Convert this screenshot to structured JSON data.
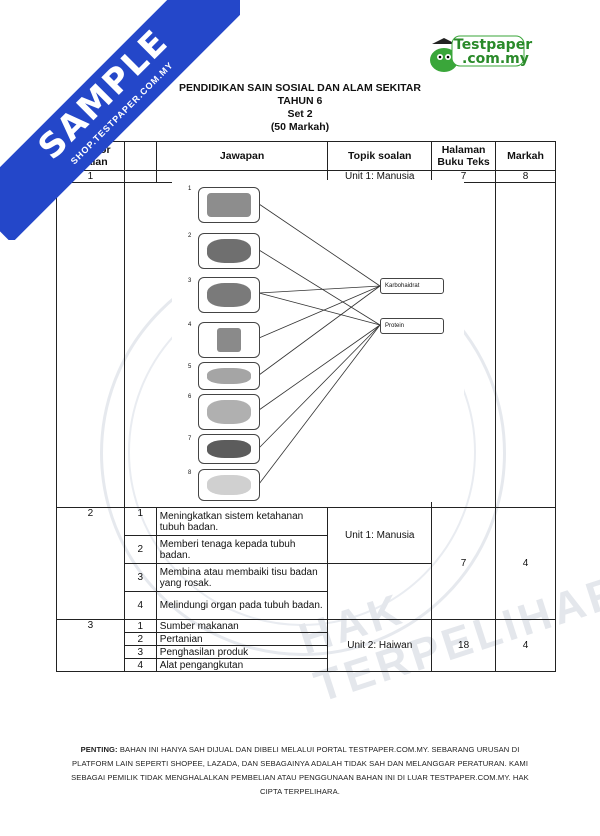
{
  "watermark": {
    "ribbon_big": "SAMPLE",
    "ribbon_small": "SHOP.TESTPAPER.COM.MY",
    "background_text": "HAK TERPELIHARA"
  },
  "logo": {
    "line1": "Testpaper",
    "line2": ".com.my"
  },
  "header": {
    "subject": "PENDIDIKAN SAIN SOSIAL DAN ALAM SEKITAR",
    "year": "TAHUN 6",
    "set": "Set 2",
    "marks": "(50 Markah)"
  },
  "table": {
    "headers": {
      "nombor_soalan": "Nombor Soalan",
      "jawapan": "Jawapan",
      "topik": "Topik soalan",
      "halaman": "Halaman Buku Teks",
      "markah": "Markah"
    },
    "q1": {
      "number": "1",
      "topic": "Unit 1: Manusia",
      "page": "7",
      "marks": "8"
    },
    "q2": {
      "number": "2",
      "topic": "Unit 1: Manusia",
      "page": "7",
      "marks": "4",
      "answers": [
        {
          "n": "1",
          "text": "Meningkatkan sistem ketahanan tubuh badan."
        },
        {
          "n": "2",
          "text": "Memberi tenaga kepada tubuh badan."
        },
        {
          "n": "3",
          "text": "Membina atau membaiki tisu badan yang rosak."
        },
        {
          "n": "4",
          "text": "Melindungi organ pada tubuh badan."
        }
      ]
    },
    "q3": {
      "number": "3",
      "topic": "Unit 2: Haiwan",
      "page": "18",
      "marks": "4",
      "answers": [
        {
          "n": "1",
          "text": "Sumber makanan"
        },
        {
          "n": "2",
          "text": "Pertanian"
        },
        {
          "n": "3",
          "text": "Penghasilan produk"
        },
        {
          "n": "4",
          "text": "Alat pengangkutan"
        }
      ]
    }
  },
  "figure": {
    "items": [
      "1",
      "2",
      "3",
      "4",
      "5",
      "6",
      "7",
      "8"
    ],
    "targets": {
      "karbohidrat": "Karbohaidrat",
      "protein": "Protein"
    }
  },
  "footer": {
    "label": "PENTING:",
    "text": "BAHAN INI HANYA SAH DIJUAL DAN DIBELI MELALUI PORTAL TESTPAPER.COM.MY. SEBARANG URUSAN DI PLATFORM LAIN SEPERTI SHOPEE, LAZADA, DAN SEBAGAINYA ADALAH TIDAK SAH DAN MELANGGAR PERATURAN. KAMI SEBAGAI PEMILIK TIDAK MENGHALALKAN PEMBELIAN ATAU PENGGUNAAN BAHAN INI DI LUAR TESTPAPER.COM.MY. HAK CIPTA TERPELIHARA."
  }
}
